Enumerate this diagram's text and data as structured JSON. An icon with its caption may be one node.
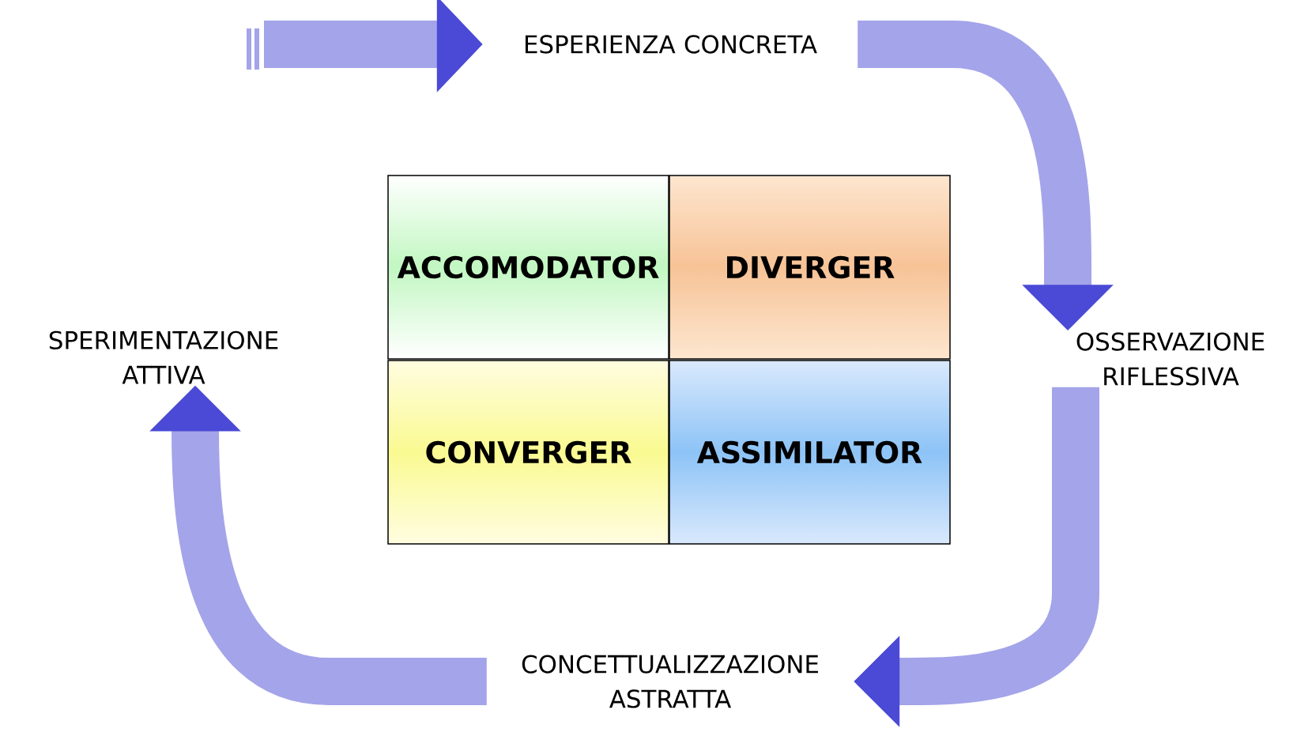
{
  "diagram": {
    "nodes": [
      {
        "text": [
          "ESPERIENZA CONCRETA"
        ]
      },
      {
        "text": [
          "ACCOMODATOR"
        ]
      },
      {
        "text": [
          "DIVERGER"
        ]
      },
      {
        "text": [
          "SPERIMENTAZIONE ATTIVA"
        ]
      },
      {
        "text": [
          "OSSERVAZIONE RIFLESSIVA"
        ]
      },
      {
        "text": [
          "CONVERGER"
        ]
      },
      {
        "text": [
          "ASSIMILATOR"
        ]
      },
      {
        "text": [
          "CONCETTUALIZZAZIONE ASTRATTA"
        ]
      }
    ],
    "edges": [
      {
        "from": null,
        "to": 0,
        "arrow": "to"
      },
      {
        "from": 0,
        "to": 4,
        "arrow": "to"
      },
      {
        "from": 4,
        "to": 7,
        "arrow": "to"
      },
      {
        "from": 7,
        "to": 3,
        "arrow": "to"
      }
    ]
  }
}
